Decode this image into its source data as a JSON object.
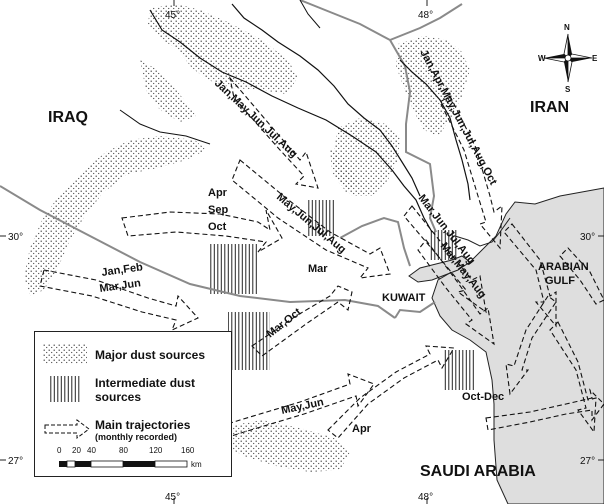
{
  "countries": {
    "iraq": "IRAQ",
    "iran": "IRAN",
    "kuwait": "KUWAIT",
    "saudi": "SAUDI ARABIA",
    "gulf_line1": "ARABIAN",
    "gulf_line2": "GULF"
  },
  "coords": {
    "top_left": "45°",
    "top_right": "48°",
    "bottom_left": "45°",
    "bottom_right": "48°",
    "left_30": "30°",
    "left_27": "27°",
    "right_30": "30°",
    "right_27": "27°"
  },
  "compass": {
    "n": "N",
    "s": "S",
    "e": "E",
    "w": "W"
  },
  "trajectories": {
    "t1": "Jan,May,Jun,Jul,Aug",
    "t2a": "Apr",
    "t2b": "Sep",
    "t2c": "Oct",
    "t3": "May,Jun,Jul,Aug",
    "t4": "Mar",
    "t5a": "Jan,Feb",
    "t5b": "Mar,Jun",
    "t6": "Mar,Oct",
    "t7": "Jan,Apr,May,Jun,Jul,Aug,Oct",
    "t8": "Mar,Jun,Jul,Aug",
    "t9": "Mar,May,Aug",
    "t10": "Oct-Dec",
    "t11": "May,Jun",
    "t12": "Apr"
  },
  "legend": {
    "major": "Major dust sources",
    "intermediate_line1": "Intermediate dust",
    "intermediate_line2": "sources",
    "trajectories": "Main trajectories",
    "trajectories_sub": "(monthly recorded)"
  },
  "scale": {
    "ticks": [
      "0",
      "20",
      "40",
      "80",
      "120",
      "160"
    ],
    "unit": "km"
  },
  "colors": {
    "sea": "#dedede",
    "border": "#8a8a8a",
    "river": "#111111",
    "dust": "#555555"
  }
}
